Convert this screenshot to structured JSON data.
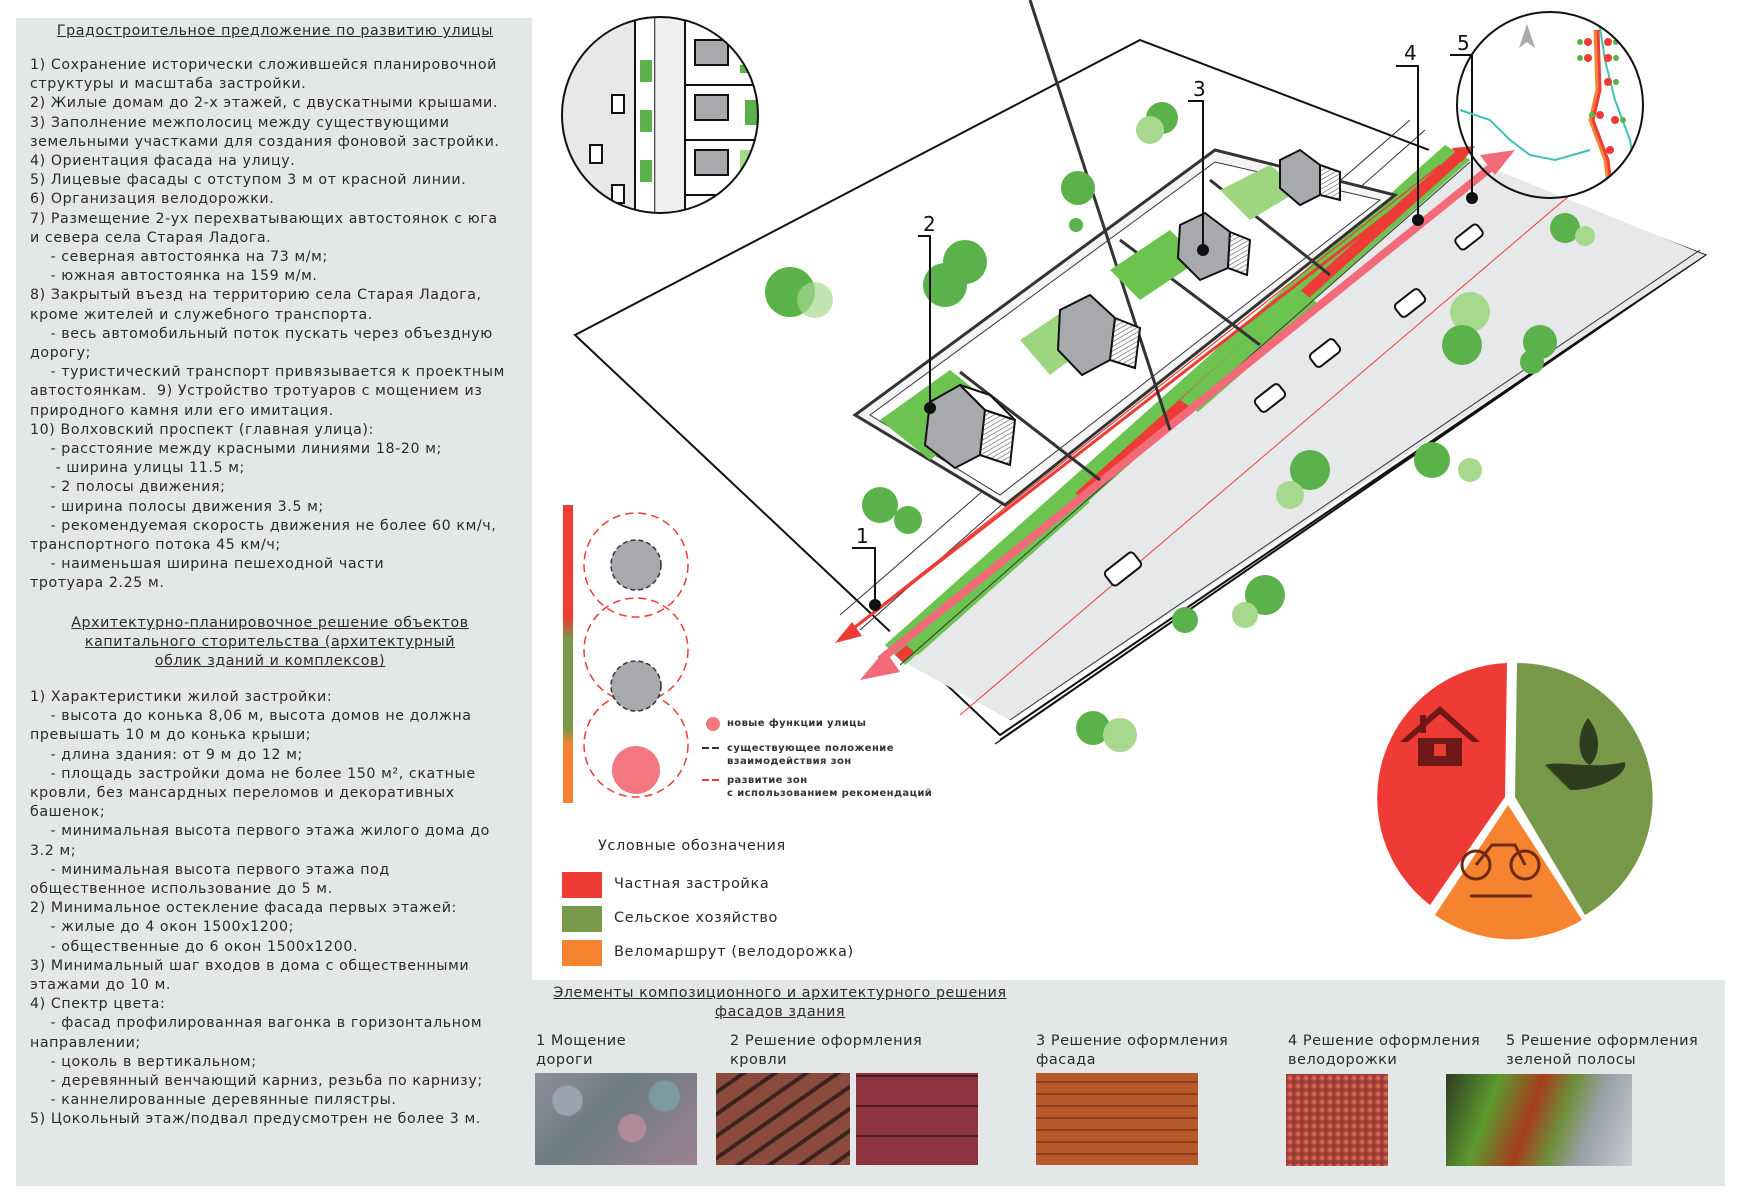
{
  "left_panel": {
    "section1": {
      "title": "Градостроительное предложение по развитию улицы",
      "body": "1) Сохранение исторически сложившейся планировочной\nструктуры и масштаба застройки.\n2) Жилые домам до 2-х этажей, с двускатными крышами.\n3) Заполнение межполосиц между существующими\nземельными участками для создания фоновой застройки.\n4) Ориентация фасада на улицу.\n5) Лицевые фасады с отступом 3 м от красной линии.\n6) Организация велодорожки.\n7) Размещение 2-ух перехватывающих автостоянок с юга\nи севера села Старая Ладога.\n    - северная автостоянка на 73 м/м;\n    - южная автостоянка на 159 м/м.\n8) Закрытый въезд на территорию села Старая Ладога,\nкроме жителей и служебного транспорта.\n    - весь автомобильный поток пускать через объездную\nдорогу;\n    - туристический транспорт привязывается к проектным\nавтостоянкам.  9) Устройство тротуаров с мощением из\nприродного камня или его имитация.\n10) Волховский проспект (главная улица):\n    - расстояние между красными линиями 18-20 м;\n     - ширина улицы 11.5 м;\n    - 2 полосы движения;\n    - ширина полосы движения 3.5 м;\n    - рекомендуемая скорость движения не более 60 км/ч,\nтранспортного потока 45 км/ч;\n    - наименьшая ширина пешеходной части\nтротуара 2.25 м."
    },
    "section2": {
      "title": "Архитектурно-планировочное решение объектов капитального сторительства (архитектурный облик зданий и комплексов)",
      "body": "1) Характеристики жилой застройки:\n    - высота до конька 8,06 м, высота домов не должна\nпревышать 10 м до конька крыши;\n    - длина здания: от 9 м до 12 м;\n    - площадь застройки дома не более 150 м², скатные\nкровли, без мансардных переломов и декоративных\nбашенок;\n    - минимальная высота первого этажа жилого дома до\n3.2 м;\n    - минимальная высота первого этажа под\nобщественное использование до 5 м.\n2) Минимальное остекление фасада первых этажей:\n    - жилые до 4 окон 1500х1200;\n    - общественные до 6 окон 1500х1200.\n3) Минимальный шаг входов в дома с общественными\nэтажами до 10 м.\n4) Спектр цвета:\n    - фасад профилированная вагонка в горизонтальном\nнаправлении;\n    - цоколь в вертикальном;\n    - деревянный венчающий карниз, резьба по карнизу;\n    - каннелированные деревянные пилястры.\n5) Цокольный этаж/подвал предусмотрен не более 3 м."
    }
  },
  "diagram": {
    "callouts": [
      "1",
      "2",
      "3",
      "4",
      "5"
    ],
    "north_arrow": "north-arrow-icon"
  },
  "zone_legend": {
    "items": [
      {
        "label": "новые функции улицы",
        "icon": "pink-dot"
      },
      {
        "label": "существующее положение\nвзаимодействия зон",
        "icon": "black-dashed-line"
      },
      {
        "label": "развитие зон\nс использованием рекомендаций",
        "icon": "red-dashed-line"
      }
    ]
  },
  "legend": {
    "title": "Условные обозначения",
    "items": [
      {
        "label": "Частная застройка",
        "color": "#ef3b35"
      },
      {
        "label": "Сельское хозяйство",
        "color": "#78994a"
      },
      {
        "label": "Веломаршрут (велодорожка)",
        "color": "#f5832f"
      }
    ]
  },
  "pie": {
    "segments": [
      {
        "name": "Частная застройка",
        "icon": "house-icon",
        "color": "#ef3b35"
      },
      {
        "name": "Сельское хозяйство",
        "icon": "plant-in-hand-icon",
        "color": "#78994a"
      },
      {
        "name": "Веломаршрут",
        "icon": "bicycle-icon",
        "color": "#f5832f"
      }
    ]
  },
  "materials": {
    "title_line1": "Элементы композиционного и архитектурного решения",
    "title_line2": "фасадов здания",
    "items": [
      {
        "title": "1 Мощение\nдороги",
        "image": "cobblestone-photo"
      },
      {
        "title": "2 Решение оформления\nкровли",
        "image": "roof-tile-photos"
      },
      {
        "title": "3 Решение оформления\nфасада",
        "image": "wooden-facade-photo"
      },
      {
        "title": "4 Решение оформления\nвелодорожки",
        "image": "red-gravel-photo"
      },
      {
        "title": "5 Решение оформления\nзеленой полосы",
        "image": "green-strip-photo"
      }
    ]
  },
  "colors": {
    "red": "#ef3b35",
    "pink": "#f36b78",
    "green": "#5bb14a",
    "light_green": "#a6d88e",
    "olive": "#78994a",
    "orange": "#f5832f",
    "road_gray": "#e6e8ea"
  }
}
